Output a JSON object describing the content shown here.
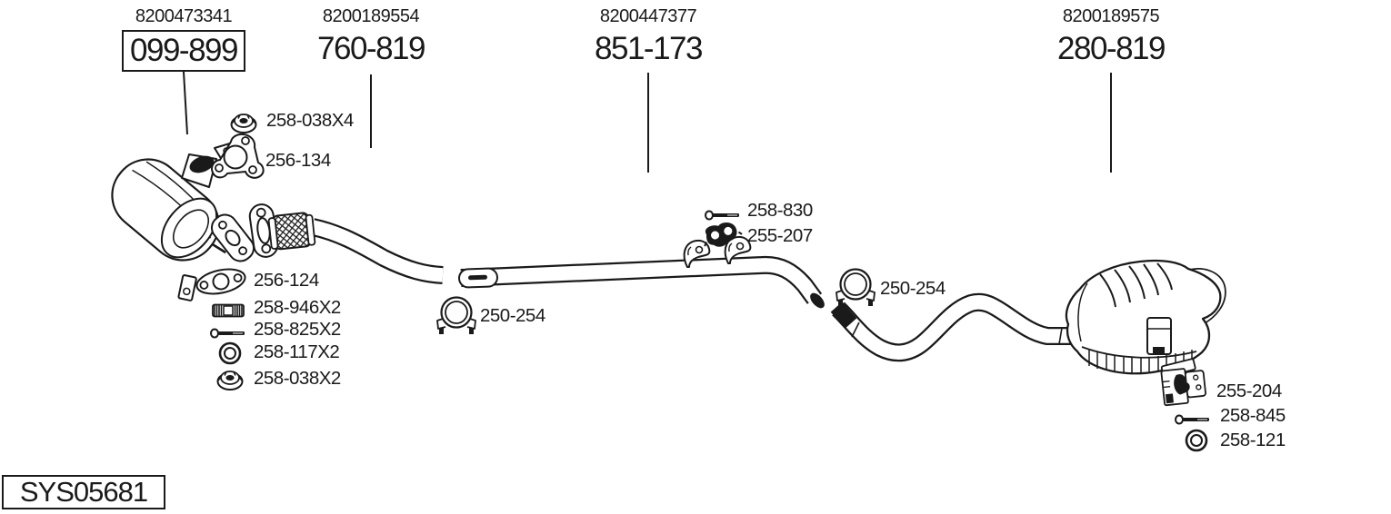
{
  "system_code": "SYS05681",
  "ink_color": "#1a1a1a",
  "background_color": "#ffffff",
  "headers": [
    {
      "oem": "8200473341",
      "part": "099-899",
      "boxed": true
    },
    {
      "oem": "8200189554",
      "part": "760-819",
      "boxed": false
    },
    {
      "oem": "8200447377",
      "part": "851-173",
      "boxed": false
    },
    {
      "oem": "8200189575",
      "part": "280-819",
      "boxed": false
    }
  ],
  "callouts": [
    {
      "label": "258-038X4",
      "icon": "flange-nut-icon"
    },
    {
      "label": "256-134",
      "icon": "three-hole-gasket-icon"
    },
    {
      "label": "256-124",
      "icon": "oval-gasket-icon"
    },
    {
      "label": "258-946X2",
      "icon": "sleeve-icon"
    },
    {
      "label": "258-825X2",
      "icon": "bolt-icon"
    },
    {
      "label": "258-117X2",
      "icon": "ring-icon"
    },
    {
      "label": "258-038X2",
      "icon": "flange-nut-icon"
    },
    {
      "label": "250-254",
      "icon": "pipe-clamp-icon"
    },
    {
      "label": "258-830",
      "icon": "bolt-icon"
    },
    {
      "label": "255-207",
      "icon": "rubber-hanger-icon"
    },
    {
      "label": "250-254",
      "icon": "pipe-clamp-icon"
    },
    {
      "label": "255-204",
      "icon": "hanger-bracket-icon"
    },
    {
      "label": "258-845",
      "icon": "bolt-icon"
    },
    {
      "label": "258-121",
      "icon": "ring-icon"
    }
  ],
  "drawn_components": [
    "catalytic-converter",
    "flex-coupling",
    "downpipe",
    "center-pipe",
    "rear-pipe",
    "rear-muffler"
  ]
}
